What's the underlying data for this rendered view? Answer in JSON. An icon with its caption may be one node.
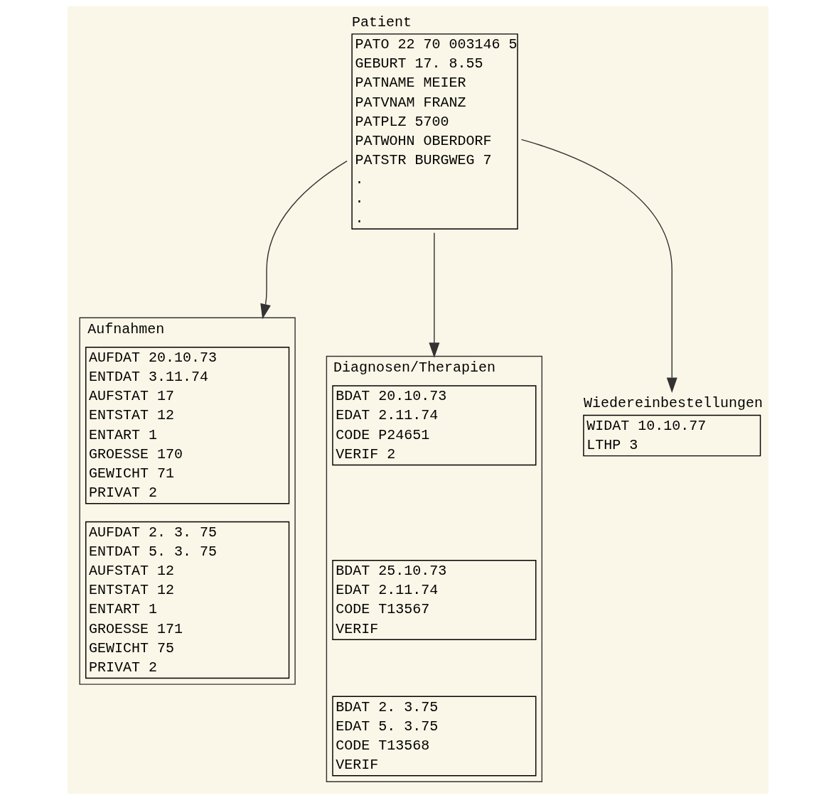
{
  "diagram": {
    "nodes": [
      {
        "text": [
          "Patient",
          "PATO 22 70 003146 5",
          "GEBURT 17. 8.55",
          "PATNAME MEIER",
          "PATVNAM FRANZ",
          "PATPLZ 5700",
          "PATWOHN OBERDORF",
          "PATSTR BURGWEG 7",
          ".",
          ".",
          "."
        ]
      },
      {
        "text": [
          "Aufnahmen"
        ]
      },
      {
        "text": [
          "AUFDAT 20.10.73",
          "ENTDAT 3.11.74",
          "AUFSTAT 17",
          "ENTSTAT 12",
          "ENTART 1",
          "GROESSE 170",
          "GEWICHT 71",
          "PRIVAT 2"
        ],
        "in": 1
      },
      {
        "text": [
          "AUFDAT 2. 3. 75",
          "ENTDAT 5. 3. 75",
          "AUFSTAT 12",
          "ENTSTAT 12",
          "ENTART 1",
          "GROESSE 171",
          "GEWICHT 75",
          "PRIVAT 2"
        ],
        "in": 1
      },
      {
        "text": [
          "Diagnosen/Therapien"
        ]
      },
      {
        "text": [
          "BDAT 20.10.73",
          "EDAT 2.11.74",
          "CODE P24651",
          "VERIF 2"
        ],
        "in": 4
      },
      {
        "text": [
          "BDAT 25.10.73",
          "EDAT 2.11.74",
          "CODE T13567",
          "VERIF"
        ],
        "in": 4
      },
      {
        "text": [
          "BDAT 2. 3.75",
          "EDAT 5. 3.75",
          "CODE T13568",
          "VERIF"
        ],
        "in": 4
      },
      {
        "text": [
          "Wiedereinbestellungen",
          "WIDAT 10.10.77",
          "LTHP 3"
        ]
      }
    ],
    "edges": [
      {
        "from": 0,
        "to": 1,
        "arrow": "to"
      },
      {
        "from": 0,
        "to": 4,
        "arrow": "to"
      },
      {
        "from": 0,
        "to": 8,
        "arrow": "to"
      }
    ]
  }
}
